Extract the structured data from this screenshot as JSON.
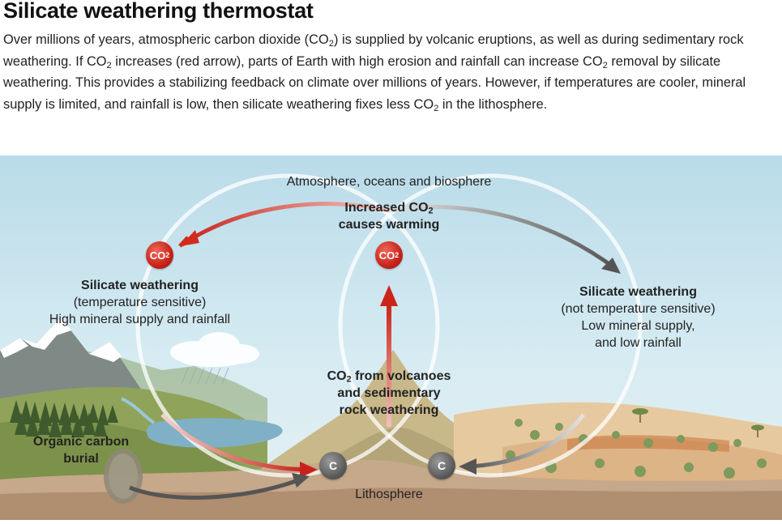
{
  "title": "Silicate weathering thermostat",
  "intro": {
    "p1": "Over millions of years, atmospheric carbon dioxide (CO",
    "p2": ") is supplied by volcanic eruptions, as well as during sedimentary rock weathering. If CO",
    "p3": " increases (red arrow), parts of Earth with high erosion and rainfall can increase CO",
    "p4": " removal by silicate weathering. This provides a stabilizing feedback on climate over millions of years. However, if temperatures are cooler, mineral supply is limited, and rainfall is low, then silicate weathering fixes less CO",
    "p5": " in the lithosphere.",
    "sub": "2"
  },
  "labels": {
    "atmosphere": "Atmosphere, oceans and biosphere",
    "increased_a": "Increased CO",
    "increased_b": "causes warming",
    "left_title": "Silicate weathering",
    "left_line1": "(temperature sensitive)",
    "left_line2": "High mineral supply and rainfall",
    "right_title": "Silicate weathering",
    "right_line1": "(not temperature sensitive)",
    "right_line2": "Low mineral supply,",
    "right_line3": "and low rainfall",
    "volcano_a": " from volcanoes",
    "volcano_b": "and sedimentary",
    "volcano_c": "rock weathering",
    "co": "CO",
    "organic_a": "Organic carbon",
    "organic_b": "burial",
    "lithosphere": "Lithosphere",
    "sub": "2"
  },
  "badges": {
    "co2": "CO",
    "c": "C"
  },
  "colors": {
    "red_arrow": "#d42a1e",
    "gray_arrow": "#555555",
    "sky": "#cfe6f0",
    "ground": "#b89a7c"
  }
}
